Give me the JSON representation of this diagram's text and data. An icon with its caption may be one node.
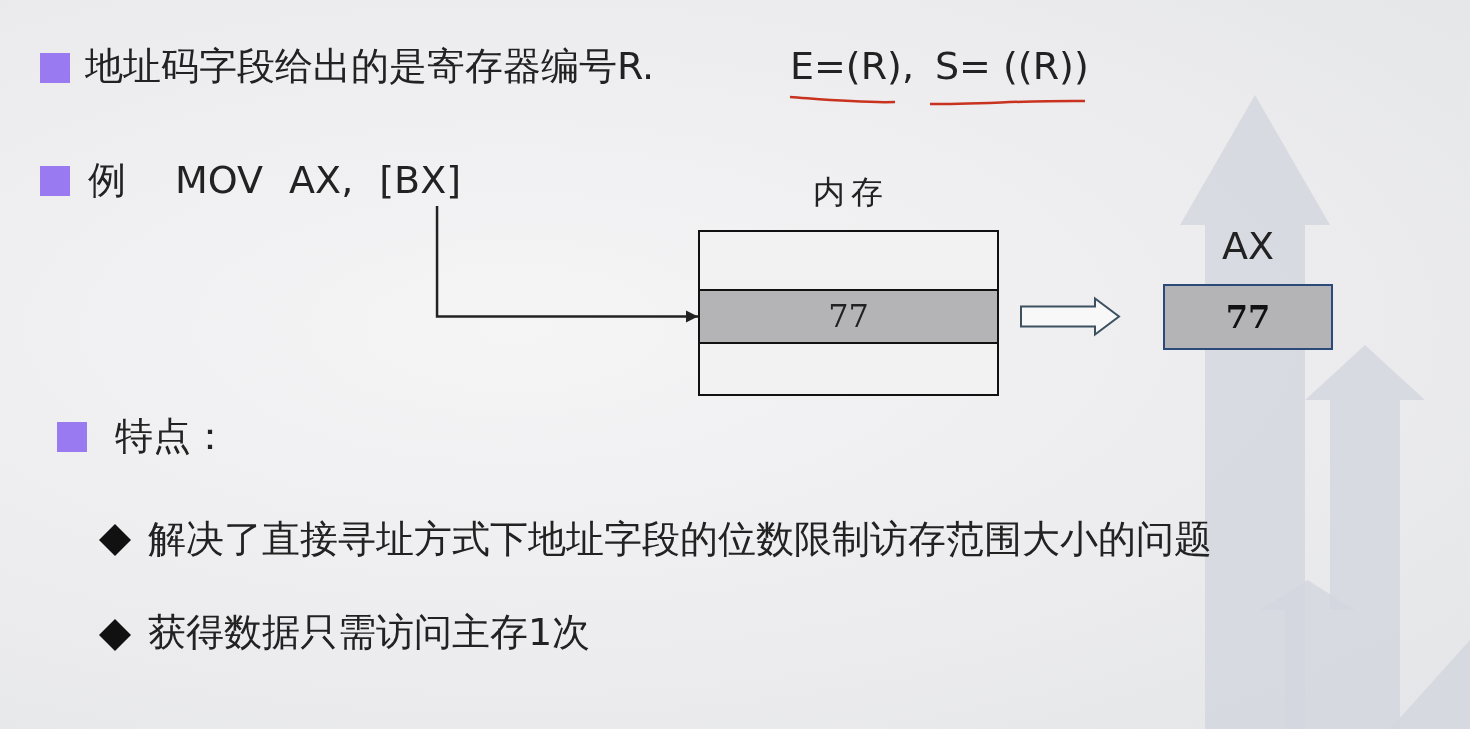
{
  "diagram": {
    "nodes": [
      {
        "text": [
          "MOV AX, [BX]"
        ]
      },
      {
        "text": [
          "内存"
        ]
      },
      {
        "text": [],
        "shape": "box",
        "in": 1
      },
      {
        "text": [
          "77"
        ],
        "in": 1
      },
      {
        "text": [],
        "shape": "box",
        "in": 1
      },
      {
        "text": [
          "AX",
          "77"
        ]
      }
    ],
    "edges": [
      {
        "from": 0,
        "to": 3,
        "arrow": "to"
      },
      {
        "from": 3,
        "to": 5,
        "arrow": "to",
        "style": "thick"
      }
    ],
    "labels": [
      "地址码字段给出的是寄存器编号R.",
      "E=(R),",
      "S= ((R))",
      "例",
      "特点：",
      "解决了直接寻址方式下地址字段的位数限制访存范围大小的问题",
      "获得数据只需访问主存1次"
    ]
  }
}
